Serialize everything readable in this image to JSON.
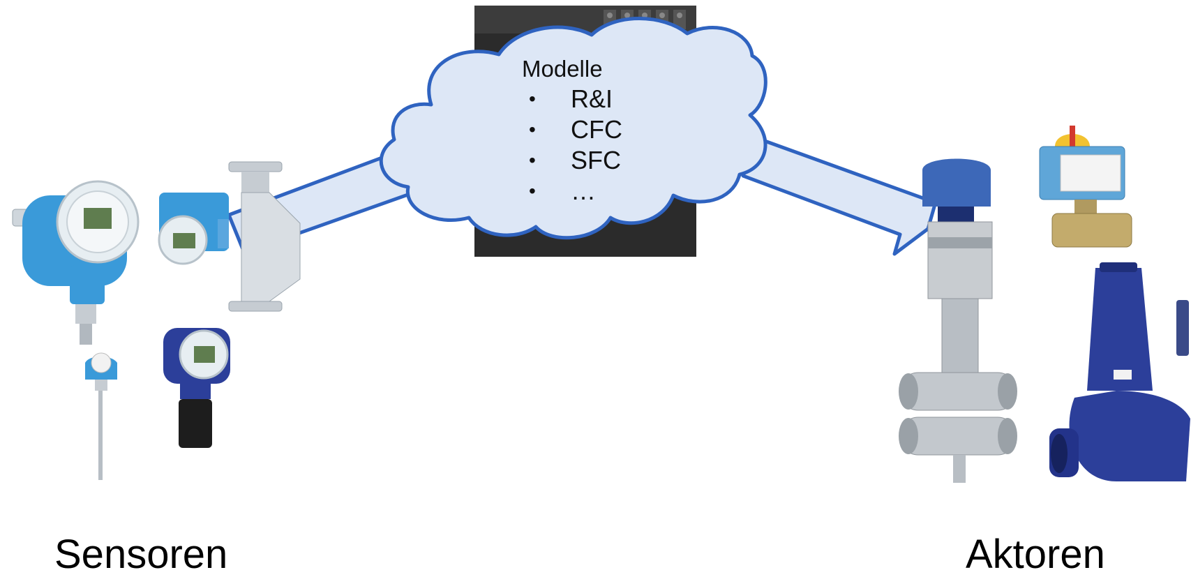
{
  "cloud": {
    "title": "Modelle",
    "items": [
      "R&I",
      "CFC",
      "SFC",
      "…"
    ]
  },
  "captions": {
    "left": "Sensoren",
    "right": "Aktoren"
  },
  "colors": {
    "cloud_fill": "#dde7f6",
    "cloud_stroke": "#2f63c0",
    "arrow_fill": "#dde7f6",
    "arrow_stroke": "#2f63c0",
    "device_blue": "#3a9ad9",
    "pump_blue": "#2c3f9a"
  },
  "icons": [
    "pressure-transmitter-icon",
    "flowmeter-icon",
    "temperature-sensor-icon",
    "level-sensor-icon",
    "controller-rack-icon",
    "process-valve-icon",
    "ball-valve-actuator-icon",
    "submersible-pump-icon"
  ]
}
